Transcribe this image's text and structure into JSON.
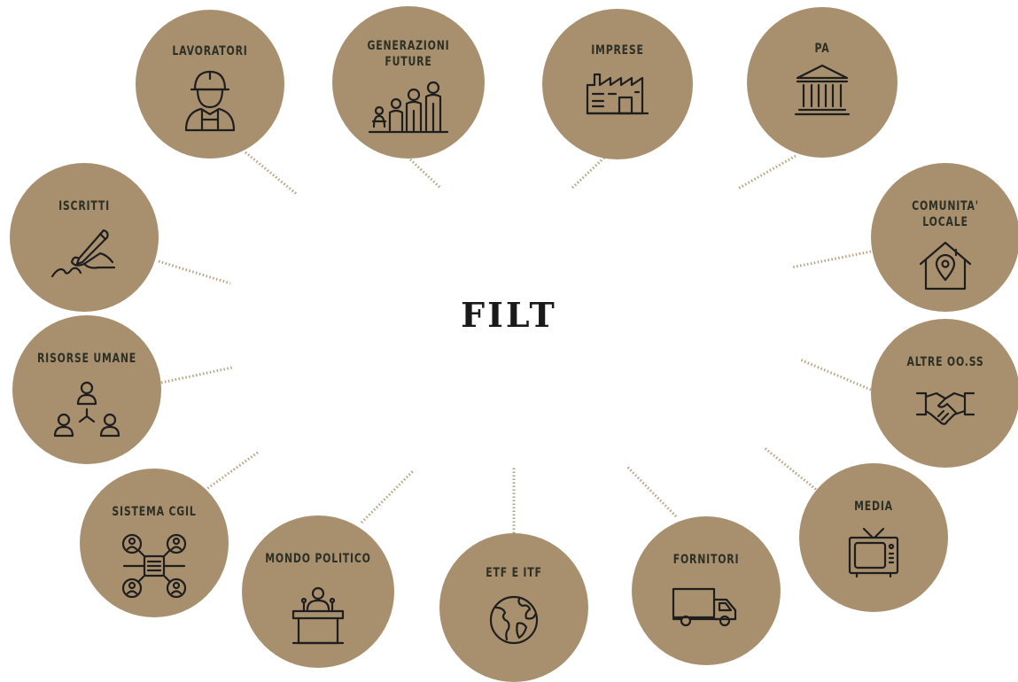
{
  "center_title": "FILT",
  "colors": {
    "circle": "#a8906f",
    "text": "#2c3025",
    "connector": "#b8a27f"
  },
  "nodes": [
    {
      "id": "lavoratori",
      "label": "LAVORATORI",
      "icon": "worker-icon"
    },
    {
      "id": "generazioni-future",
      "label": "GENERAZIONI\nFUTURE",
      "icon": "family-icon"
    },
    {
      "id": "imprese",
      "label": "IMPRESE",
      "icon": "factory-icon"
    },
    {
      "id": "pa",
      "label": "PA",
      "icon": "government-building-icon"
    },
    {
      "id": "comunita-locale",
      "label": "COMUNITA'\nLOCALE",
      "icon": "home-location-icon"
    },
    {
      "id": "altre-oo-ss",
      "label": "ALTRE OO.SS",
      "icon": "handshake-icon"
    },
    {
      "id": "media",
      "label": "MEDIA",
      "icon": "television-icon"
    },
    {
      "id": "fornitori",
      "label": "FORNITORI",
      "icon": "truck-icon"
    },
    {
      "id": "etf-e-itf",
      "label": "ETF E ITF",
      "icon": "globe-icon"
    },
    {
      "id": "mondo-politico",
      "label": "MONDO POLITICO",
      "icon": "podium-speaker-icon"
    },
    {
      "id": "sistema-cgil",
      "label": "SISTEMA CGIL",
      "icon": "network-icon"
    },
    {
      "id": "risorse-umane",
      "label": "RISORSE UMANE",
      "icon": "team-icon"
    },
    {
      "id": "iscritti",
      "label": "ISCRITTI",
      "icon": "signing-hand-icon"
    }
  ]
}
